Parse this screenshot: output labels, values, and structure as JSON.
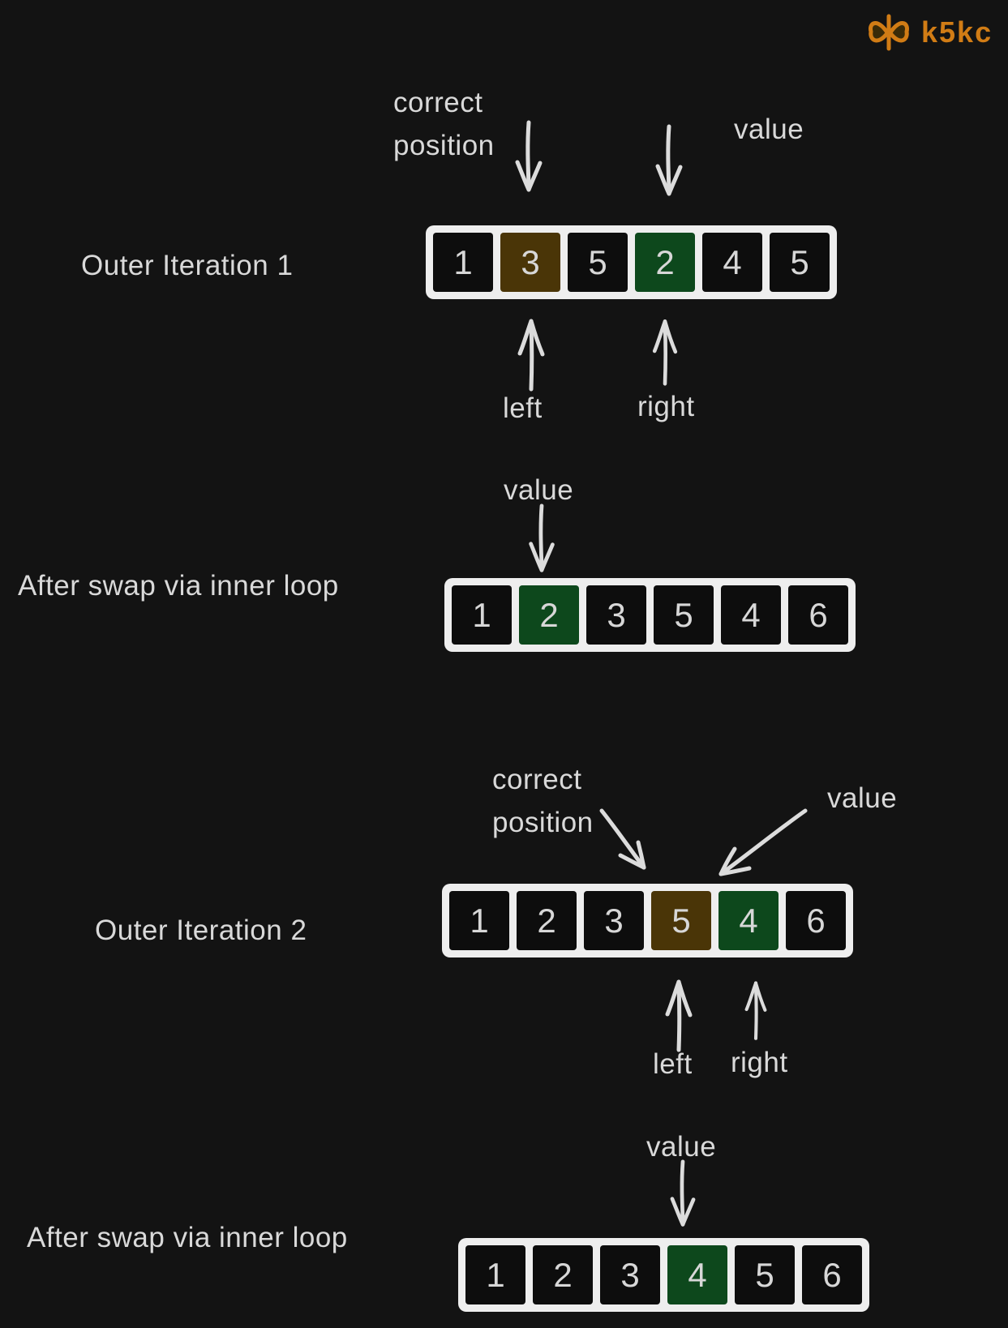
{
  "logo": {
    "brand": "k5kc"
  },
  "palette": {
    "background": "#131313",
    "frame_white": "#eeeeee",
    "cell_dark": "#0d0d0d",
    "highlight_correct_position": "#4a3507",
    "highlight_value": "#0d481c",
    "text": "#d9d9d9",
    "arrow": "#dcdcdc",
    "accent_orange": "#d17c15"
  },
  "sections": {
    "outer1": {
      "title": "Outer Iteration 1",
      "annotations": {
        "correct_position_line1": "correct",
        "correct_position_line2": "position",
        "value": "value",
        "left": "left",
        "right": "right"
      },
      "array": {
        "values": [
          "1",
          "3",
          "5",
          "2",
          "4",
          "5"
        ],
        "highlights": [
          {
            "index": 1,
            "meaning": "correct position",
            "color": "#4a3507"
          },
          {
            "index": 3,
            "meaning": "value",
            "color": "#0d481c"
          }
        ]
      }
    },
    "after1": {
      "title": "After swap via inner loop",
      "annotations": {
        "value": "value"
      },
      "array": {
        "values": [
          "1",
          "2",
          "3",
          "5",
          "4",
          "6"
        ],
        "highlights": [
          {
            "index": 1,
            "meaning": "value",
            "color": "#0d481c"
          }
        ]
      }
    },
    "outer2": {
      "title": "Outer Iteration 2",
      "annotations": {
        "correct_position_line1": "correct",
        "correct_position_line2": "position",
        "value": "value",
        "left": "left",
        "right": "right"
      },
      "array": {
        "values": [
          "1",
          "2",
          "3",
          "5",
          "4",
          "6"
        ],
        "highlights": [
          {
            "index": 3,
            "meaning": "correct position",
            "color": "#4a3507"
          },
          {
            "index": 4,
            "meaning": "value",
            "color": "#0d481c"
          }
        ]
      }
    },
    "after2": {
      "title": "After swap via inner loop",
      "annotations": {
        "value": "value"
      },
      "array": {
        "values": [
          "1",
          "2",
          "3",
          "4",
          "5",
          "6"
        ],
        "highlights": [
          {
            "index": 3,
            "meaning": "value",
            "color": "#0d481c"
          }
        ]
      }
    }
  }
}
